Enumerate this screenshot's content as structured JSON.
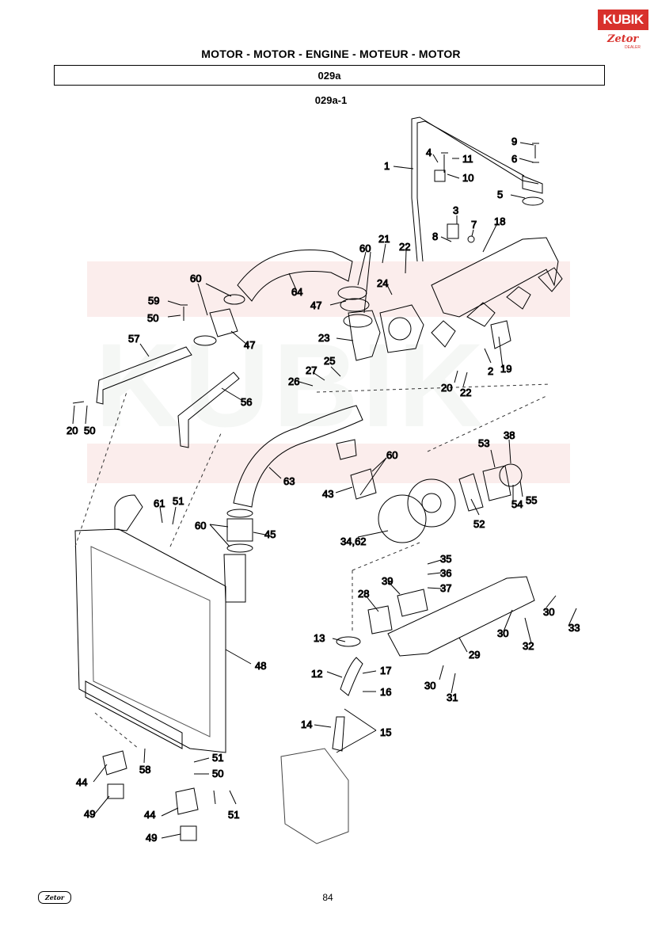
{
  "header": {
    "title": "MOTOR - MOTOR - ENGINE - MOTEUR - MOTOR",
    "code": "029a",
    "sub_code": "029a-1"
  },
  "logo": {
    "brand": "KUBIK",
    "mark": "Zetor",
    "dealer": "DEALER"
  },
  "footer": {
    "logo": "Zetor",
    "page": "84"
  },
  "callouts": [
    "1",
    "2",
    "3",
    "4",
    "5",
    "6",
    "7",
    "8",
    "9",
    "10",
    "11",
    "12",
    "13",
    "14",
    "15",
    "16",
    "17",
    "18",
    "19",
    "20",
    "20",
    "20",
    "21",
    "22",
    "22",
    "23",
    "24",
    "25",
    "26",
    "27",
    "28",
    "29",
    "30",
    "30",
    "30",
    "31",
    "32",
    "33",
    "34,62",
    "35",
    "36",
    "37",
    "38",
    "39",
    "43",
    "44",
    "44",
    "45",
    "47",
    "47",
    "48",
    "49",
    "49",
    "50",
    "50",
    "50",
    "51",
    "51",
    "51",
    "52",
    "53",
    "54",
    "55",
    "56",
    "57",
    "58",
    "59",
    "60",
    "60",
    "60",
    "60",
    "61",
    "63",
    "64"
  ],
  "colors": {
    "accent": "#d8312c",
    "watermark": "#f5d8d6"
  }
}
